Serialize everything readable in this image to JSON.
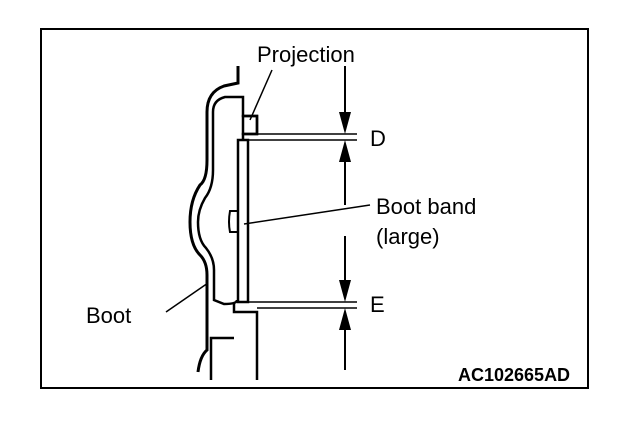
{
  "labels": {
    "projection": "Projection",
    "d": "D",
    "boot_band_line1": "Boot band",
    "boot_band_line2": "(large)",
    "boot": "Boot",
    "e": "E"
  },
  "figure_code": "AC102665AD"
}
